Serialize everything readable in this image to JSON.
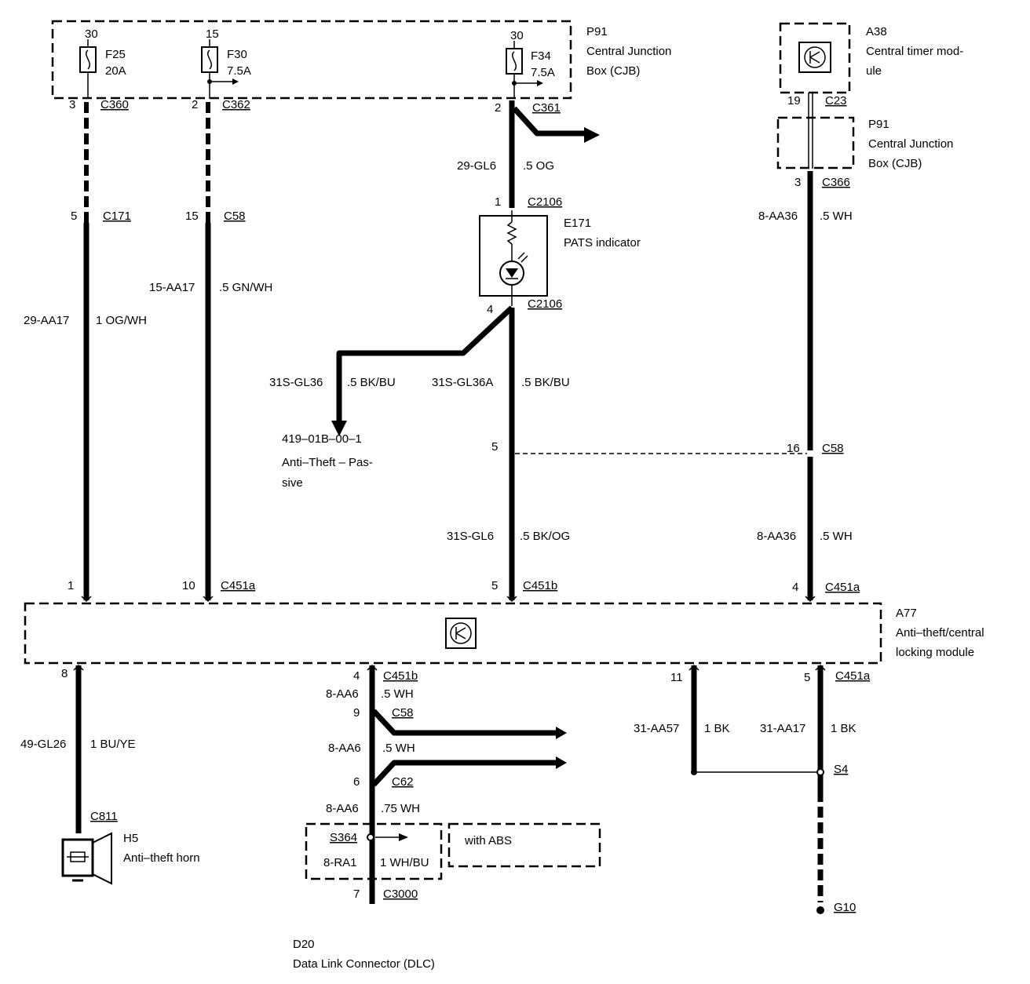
{
  "modules": {
    "cjb_top": {
      "id": "P91",
      "line1": "Central Junction",
      "line2": "Box (CJB)"
    },
    "cjb_right": {
      "id": "P91",
      "line1": "Central Junction",
      "line2": "Box (CJB)"
    },
    "timer": {
      "id": "A38",
      "line1": "Central timer mod-",
      "line2": "ule"
    },
    "pats": {
      "id": "E171",
      "line1": "PATS indicator"
    },
    "a77": {
      "id": "A77",
      "line1": "Anti–theft/central",
      "line2": "locking module"
    },
    "horn": {
      "id": "H5",
      "line1": "Anti–theft horn"
    },
    "dlc": {
      "id": "D20",
      "line1": "Data Link Connector (DLC)"
    },
    "abs": {
      "label": "with ABS"
    },
    "ref": {
      "line1": "419–01B–00–1",
      "line2": "Anti–Theft – Pas-",
      "line3": "sive"
    }
  },
  "fuses": [
    {
      "terminal": "30",
      "name": "F25",
      "rating": "20A"
    },
    {
      "terminal": "15",
      "name": "F30",
      "rating": "7.5A"
    },
    {
      "terminal": "30",
      "name": "F34",
      "rating": "7.5A"
    }
  ],
  "connectors": {
    "c360": {
      "pin": "3",
      "name": "C360"
    },
    "c362": {
      "pin": "2",
      "name": "C362"
    },
    "c361": {
      "pin": "2",
      "name": "C361"
    },
    "c23": {
      "pin": "19",
      "name": "C23"
    },
    "c366": {
      "pin": "3",
      "name": "C366"
    },
    "c171": {
      "pin": "5",
      "name": "C171"
    },
    "c58_left": {
      "pin": "15",
      "name": "C58"
    },
    "c2106_top": {
      "pin": "1",
      "name": "C2106"
    },
    "c2106_bottom": {
      "pin": "4",
      "name": "C2106"
    },
    "c58_mid_pin_left": "5",
    "c58_mid": {
      "pin": "16",
      "name": "C58"
    },
    "c451a_1": {
      "pin": "1"
    },
    "c451a_10": {
      "pin": "10",
      "name": "C451a"
    },
    "c451b_5": {
      "pin": "5",
      "name": "C451b"
    },
    "c451a_4": {
      "pin": "4",
      "name": "C451a"
    },
    "c451b_4": {
      "pin": "4",
      "name": "C451b"
    },
    "c58_lower": {
      "pin": "9",
      "name": "C58"
    },
    "c62": {
      "pin": "6",
      "name": "C62"
    },
    "c451a_11": {
      "pin": "11"
    },
    "c451a_5": {
      "pin": "5",
      "name": "C451a"
    },
    "c811": {
      "pin": "8",
      "name": "C811"
    },
    "s364": {
      "name": "S364"
    },
    "c3000": {
      "pin": "7",
      "name": "C3000"
    },
    "s4": {
      "name": "S4"
    },
    "g10": {
      "name": "G10"
    }
  },
  "wires": {
    "w1": {
      "circuit": "29-AA17",
      "spec": "1 OG/WH"
    },
    "w2": {
      "circuit": "15-AA17",
      "spec": ".5 GN/WH"
    },
    "w3": {
      "circuit": "29-GL6",
      "spec": ".5 OG"
    },
    "w4": {
      "circuit": "31S-GL36",
      "spec": ".5 BK/BU"
    },
    "w5": {
      "circuit": "31S-GL36A",
      "spec": ".5 BK/BU"
    },
    "w6": {
      "circuit": "31S-GL6",
      "spec": ".5 BK/OG"
    },
    "w7": {
      "circuit": "8-AA36",
      "spec": ".5 WH"
    },
    "w8": {
      "circuit": "8-AA36",
      "spec": ".5 WH"
    },
    "w9": {
      "circuit": "49-GL26",
      "spec": "1 BU/YE"
    },
    "w10": {
      "circuit": "8-AA6",
      "spec": ".5 WH"
    },
    "w11": {
      "circuit": "8-AA6",
      "spec": ".5 WH"
    },
    "w12": {
      "circuit": "8-AA6",
      "spec": ".75 WH"
    },
    "w13": {
      "circuit": "8-RA1",
      "spec": "1 WH/BU"
    },
    "w14": {
      "circuit": "31-AA57",
      "spec": "1 BK"
    },
    "w15": {
      "circuit": "31-AA17",
      "spec": "1 BK"
    }
  }
}
